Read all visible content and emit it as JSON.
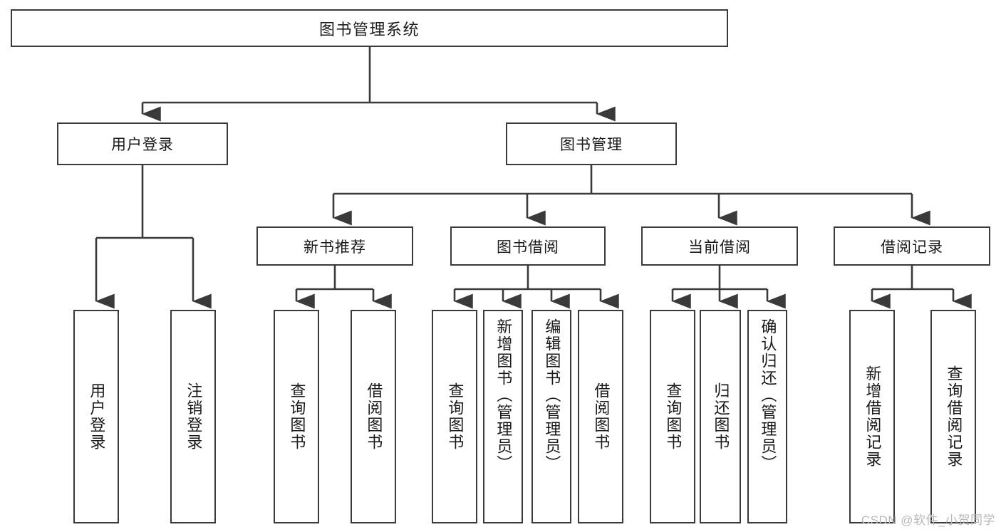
{
  "diagram": {
    "kind": "hierarchy-tree",
    "title": "图书管理系统",
    "watermark": "CSDN @软件_小贺同学",
    "colors": {
      "stroke": "#3a3a3a",
      "text": "#1a1a1a",
      "background": "#ffffff",
      "watermark": "#b9b9b9"
    },
    "levels": {
      "root": {
        "label": "图书管理系统"
      },
      "level2": [
        {
          "label": "用户登录"
        },
        {
          "label": "图书管理"
        }
      ],
      "level3": [
        {
          "label": "新书推荐"
        },
        {
          "label": "图书借阅"
        },
        {
          "label": "当前借阅"
        },
        {
          "label": "借阅记录"
        }
      ],
      "leaves": [
        {
          "label": "用户登录",
          "parent": "用户登录"
        },
        {
          "label": "注销登录",
          "parent": "用户登录"
        },
        {
          "label": "查询图书",
          "parent": "新书推荐"
        },
        {
          "label": "借阅图书",
          "parent": "新书推荐"
        },
        {
          "label": "查询图书",
          "parent": "图书借阅"
        },
        {
          "label": "新增图书（管理员）",
          "parent": "图书借阅"
        },
        {
          "label": "编辑图书（管理员）",
          "parent": "图书借阅"
        },
        {
          "label": "借阅图书",
          "parent": "图书借阅"
        },
        {
          "label": "查询图书",
          "parent": "当前借阅"
        },
        {
          "label": "归还图书",
          "parent": "当前借阅"
        },
        {
          "label": "确认归还（管理员）",
          "parent": "当前借阅"
        },
        {
          "label": "新增借阅记录",
          "parent": "借阅记录"
        },
        {
          "label": "查询借阅记录",
          "parent": "借阅记录"
        }
      ]
    }
  }
}
